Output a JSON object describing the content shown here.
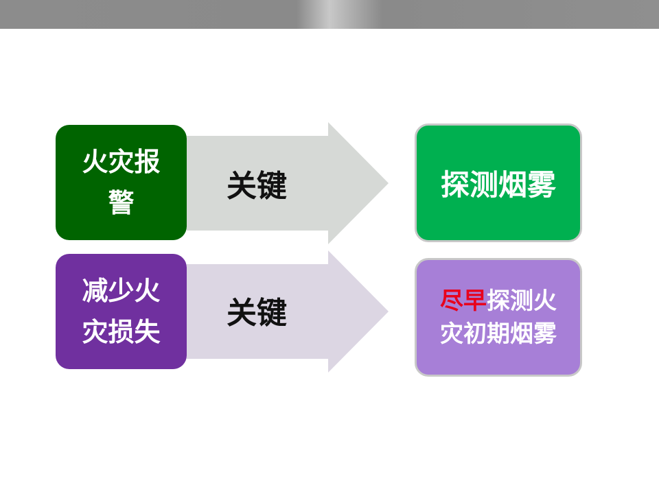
{
  "rows": [
    {
      "left": "火灾报警",
      "key": "关键",
      "right_highlight": "",
      "right": "探测烟雾",
      "left_color": "#006400",
      "arrow_color": "#d6d9d6",
      "right_color": "#00b050"
    },
    {
      "left": "减少火灾损失",
      "key": "关键",
      "right_highlight": "尽早",
      "right": "探测火灾初期烟雾",
      "left_color": "#70309f",
      "arrow_color": "#dcd6e3",
      "right_color": "#a77fd7"
    }
  ],
  "highlight_color": "#e8001c"
}
